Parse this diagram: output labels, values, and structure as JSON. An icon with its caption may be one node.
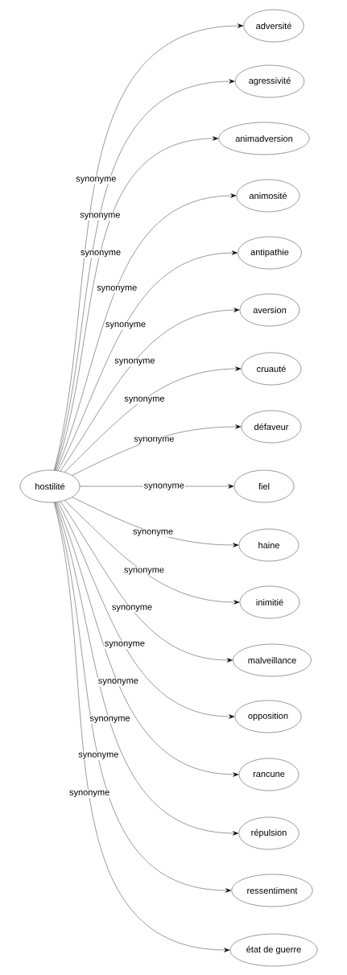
{
  "diagram": {
    "nodes": [
      {
        "text": [
          "hostilité"
        ]
      },
      {
        "text": [
          "adversité"
        ]
      },
      {
        "text": [
          "agressivité"
        ]
      },
      {
        "text": [
          "animadversion"
        ]
      },
      {
        "text": [
          "animosité"
        ]
      },
      {
        "text": [
          "antipathie"
        ]
      },
      {
        "text": [
          "aversion"
        ]
      },
      {
        "text": [
          "cruauté"
        ]
      },
      {
        "text": [
          "défaveur"
        ]
      },
      {
        "text": [
          "fiel"
        ]
      },
      {
        "text": [
          "haine"
        ]
      },
      {
        "text": [
          "inimitié"
        ]
      },
      {
        "text": [
          "malveillance"
        ]
      },
      {
        "text": [
          "opposition"
        ]
      },
      {
        "text": [
          "rancune"
        ]
      },
      {
        "text": [
          "répulsion"
        ]
      },
      {
        "text": [
          "ressentiment"
        ]
      },
      {
        "text": [
          "état de guerre"
        ]
      }
    ],
    "edges": [
      {
        "from": 0,
        "to": 1,
        "arrow": "to",
        "label": "synonyme"
      },
      {
        "from": 0,
        "to": 2,
        "arrow": "to",
        "label": "synonyme"
      },
      {
        "from": 0,
        "to": 3,
        "arrow": "to",
        "label": "synonyme"
      },
      {
        "from": 0,
        "to": 4,
        "arrow": "to",
        "label": "synonyme"
      },
      {
        "from": 0,
        "to": 5,
        "arrow": "to",
        "label": "synonyme"
      },
      {
        "from": 0,
        "to": 6,
        "arrow": "to",
        "label": "synonyme"
      },
      {
        "from": 0,
        "to": 7,
        "arrow": "to",
        "label": "synonyme"
      },
      {
        "from": 0,
        "to": 8,
        "arrow": "to",
        "label": "synonyme"
      },
      {
        "from": 0,
        "to": 9,
        "arrow": "to",
        "label": "synonyme"
      },
      {
        "from": 0,
        "to": 10,
        "arrow": "to",
        "label": "synonyme"
      },
      {
        "from": 0,
        "to": 11,
        "arrow": "to",
        "label": "synonyme"
      },
      {
        "from": 0,
        "to": 12,
        "arrow": "to",
        "label": "synonyme"
      },
      {
        "from": 0,
        "to": 13,
        "arrow": "to",
        "label": "synonyme"
      },
      {
        "from": 0,
        "to": 14,
        "arrow": "to",
        "label": "synonyme"
      },
      {
        "from": 0,
        "to": 15,
        "arrow": "to",
        "label": "synonyme"
      },
      {
        "from": 0,
        "to": 16,
        "arrow": "to",
        "label": "synonyme"
      },
      {
        "from": 0,
        "to": 17,
        "arrow": "to",
        "label": "synonyme"
      }
    ]
  }
}
